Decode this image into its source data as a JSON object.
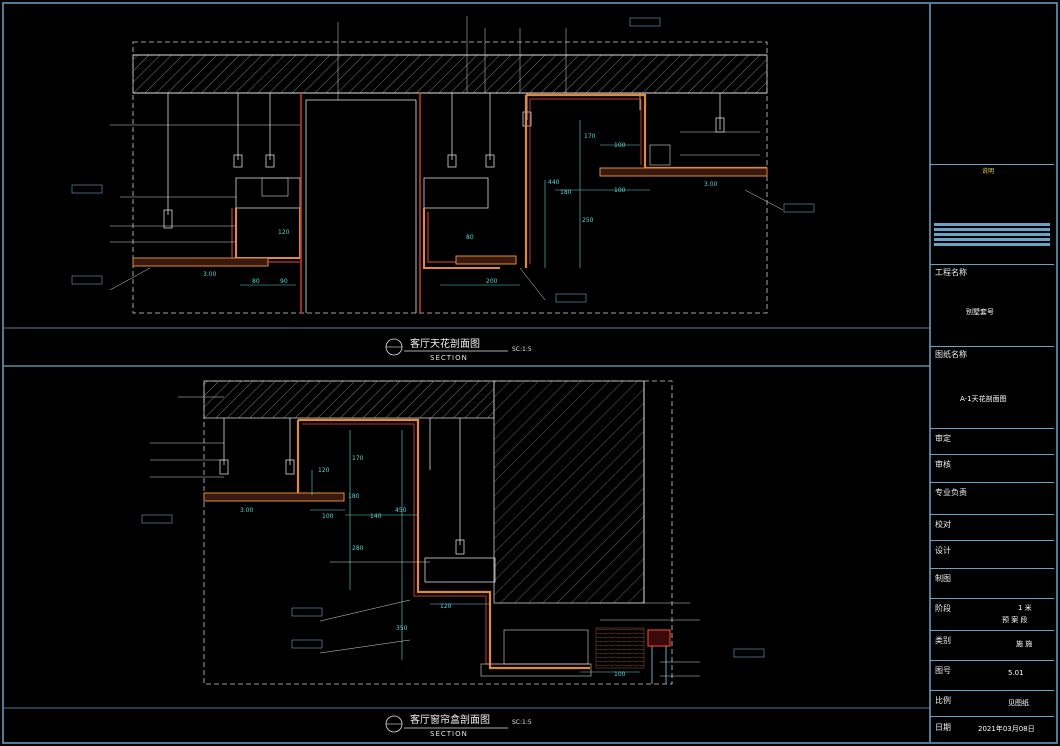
{
  "section_top": {
    "title": "客厅天花剖面图",
    "subtitle": "SECTION",
    "scale": "SC:1:5",
    "dims": [
      "80",
      "90",
      "120",
      "200",
      "100",
      "180",
      "170",
      "440",
      "250",
      "100",
      "80",
      "3.00",
      "3.00"
    ]
  },
  "section_bottom": {
    "title": "客厅窗帘盒剖面图",
    "subtitle": "SECTION",
    "scale": "SC:1:5",
    "dims": [
      "120",
      "100",
      "180",
      "140",
      "170",
      "450",
      "280",
      "120",
      "350",
      "100",
      "3.00"
    ]
  },
  "title_block": {
    "notes_heading": "说明",
    "project_label": "工程名称",
    "project_value": "别墅套号",
    "drawing_label": "图纸名称",
    "drawing_value": "A-1天花剖面图",
    "review_label": "审定",
    "check_label": "审核",
    "lead_label": "专业负责",
    "proof_label": "校对",
    "design_label": "设计",
    "draw_label": "制图",
    "phase_label": "阶段",
    "phase_value": "1 米",
    "phase_value2": "预 案 段",
    "type_label": "类别",
    "type_value": "施 施",
    "no_label": "图号",
    "no_value": "5.01",
    "ratio_label": "比例",
    "ratio_value": "见图纸",
    "date_label": "日期",
    "date_value": "2021年03月08日"
  },
  "colors": {
    "frame": "#6aa3c8",
    "hatch": "#cfcfcf",
    "finish": "#c0392b",
    "board": "#e08a3c",
    "dim": "#5fd3d3",
    "leader": "#d8d8d8"
  }
}
